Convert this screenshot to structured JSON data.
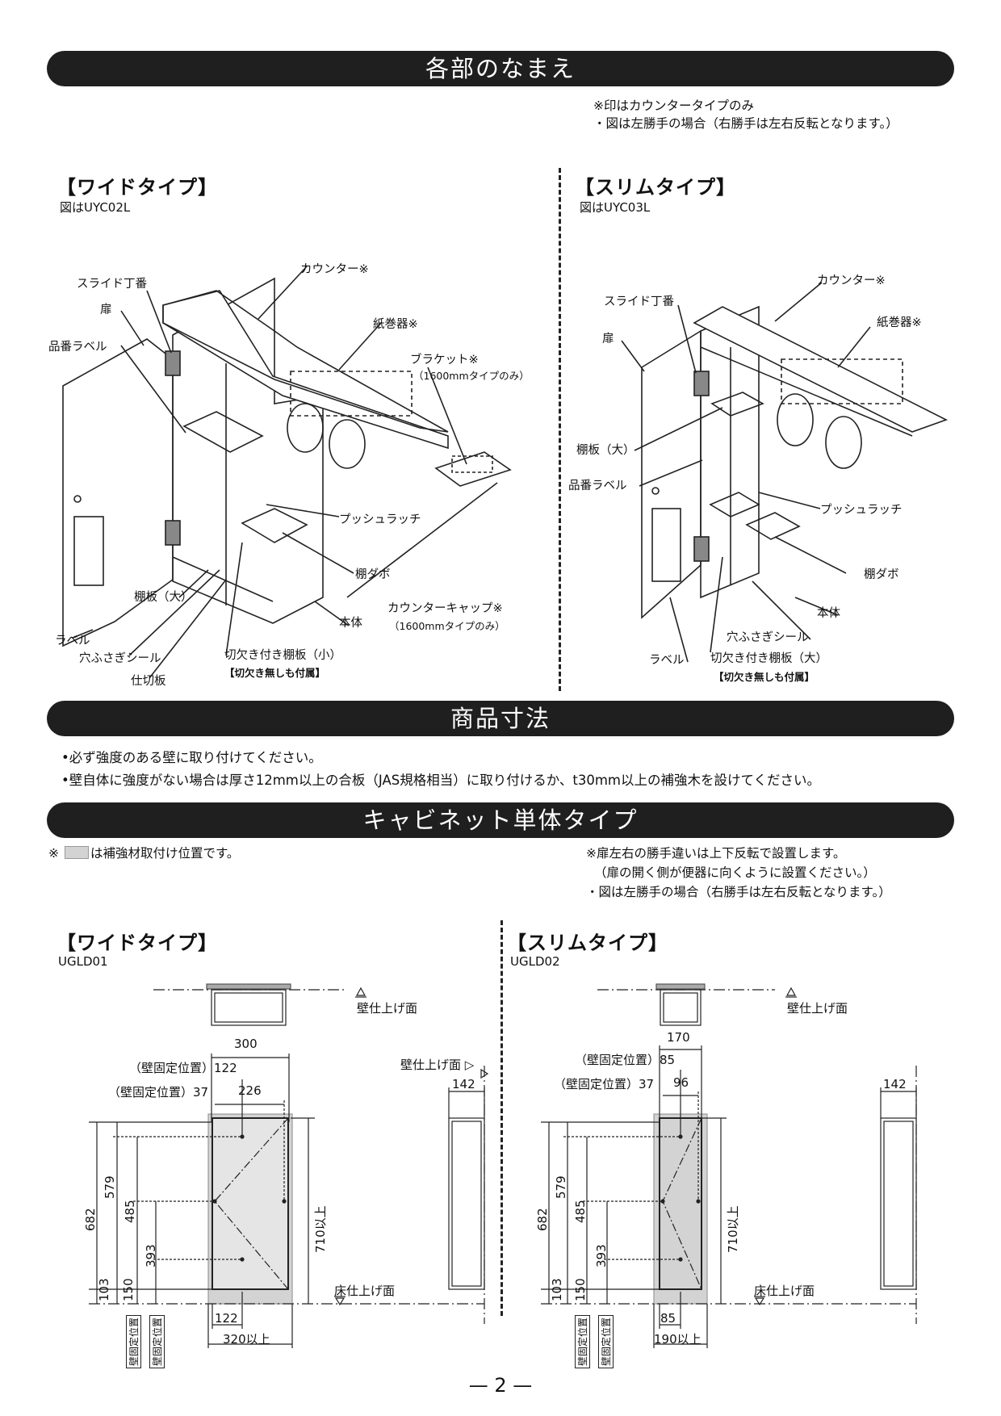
{
  "section1": {
    "title": "各部のなまえ",
    "notes": [
      "※印はカウンタータイプのみ",
      "・図は左勝手の場合（右勝手は左右反転となります。）"
    ],
    "wide": {
      "title": "【ワイドタイプ】",
      "model": "図はUYC02L",
      "labels": {
        "slide_hinge": "スライド丁番",
        "door": "扉",
        "part_label": "品番ラベル",
        "counter": "カウンター※",
        "paper_holder": "紙巻器※",
        "bracket": "ブラケット※",
        "bracket_note": "（1600mmタイプのみ）",
        "push_latch": "プッシュラッチ",
        "shelf_dowel": "棚ダボ",
        "shelf_large": "棚板（大）",
        "counter_cap": "カウンターキャップ※",
        "counter_cap_note": "（1600mmタイプのみ）",
        "label": "ラベル",
        "hole_seal": "穴ふさぎシール",
        "body": "本体",
        "notched_shelf_small": "切欠き付き棚板（小）",
        "no_notch_included": "【切欠き無しも付属】",
        "partition": "仕切板"
      }
    },
    "slim": {
      "title": "【スリムタイプ】",
      "model": "図はUYC03L",
      "labels": {
        "slide_hinge": "スライド丁番",
        "counter": "カウンター※",
        "paper_holder": "紙巻器※",
        "door": "扉",
        "shelf_large": "棚板（大）",
        "part_label": "品番ラベル",
        "push_latch": "プッシュラッチ",
        "shelf_dowel": "棚ダボ",
        "body": "本体",
        "hole_seal": "穴ふさぎシール",
        "label": "ラベル",
        "notched_shelf_large": "切欠き付き棚板（大）",
        "no_notch_included": "【切欠き無しも付属】"
      }
    }
  },
  "section2": {
    "title": "商品寸法",
    "bullets": [
      "•必ず強度のある壁に取り付けてください。",
      "•壁自体に強度がない場合は厚さ12mm以上の合板（JAS規格相当）に取り付けるか、t30mm以上の補強木を設けてください。"
    ]
  },
  "section3": {
    "title": "キャビネット単体タイプ",
    "left_note_prefix": "※",
    "left_note": "は補強材取付け位置です。",
    "right_notes": [
      "※扉左右の勝手違いは上下反転で設置します。",
      "（扉の開く側が便器に向くように設置ください。）",
      "・図は左勝手の場合（右勝手は左右反転となります。）"
    ],
    "wide": {
      "title": "【ワイドタイプ】",
      "model": "UGLD01",
      "wall_finish": "壁仕上げ面",
      "wall_finish_side": "壁仕上げ面 ▷",
      "floor_finish": "床仕上げ面",
      "wall_fix1": "（壁固定位置）122",
      "wall_fix2": "（壁固定位置）37",
      "d300": "300",
      "d226": "226",
      "d142": "142",
      "d682": "682",
      "d579": "579",
      "d485": "485",
      "d393": "393",
      "d150": "150",
      "d103": "103",
      "d710": "710以上",
      "d122b": "122",
      "d320": "320以上",
      "wall_pos_v1": "壁固定位置",
      "wall_pos_v2": "壁固定位置"
    },
    "slim": {
      "title": "【スリムタイプ】",
      "model": "UGLD02",
      "wall_finish": "壁仕上げ面",
      "floor_finish": "床仕上げ面",
      "wall_fix1": "（壁固定位置）85",
      "wall_fix2": "（壁固定位置）37",
      "d170": "170",
      "d96": "96",
      "d142": "142",
      "d682": "682",
      "d579": "579",
      "d485": "485",
      "d393": "393",
      "d150": "150",
      "d103": "103",
      "d710": "710以上",
      "d85b": "85",
      "d190": "190以上",
      "wall_pos_v1": "壁固定位置",
      "wall_pos_v2": "壁固定位置"
    }
  },
  "page_number": "— 2 —"
}
